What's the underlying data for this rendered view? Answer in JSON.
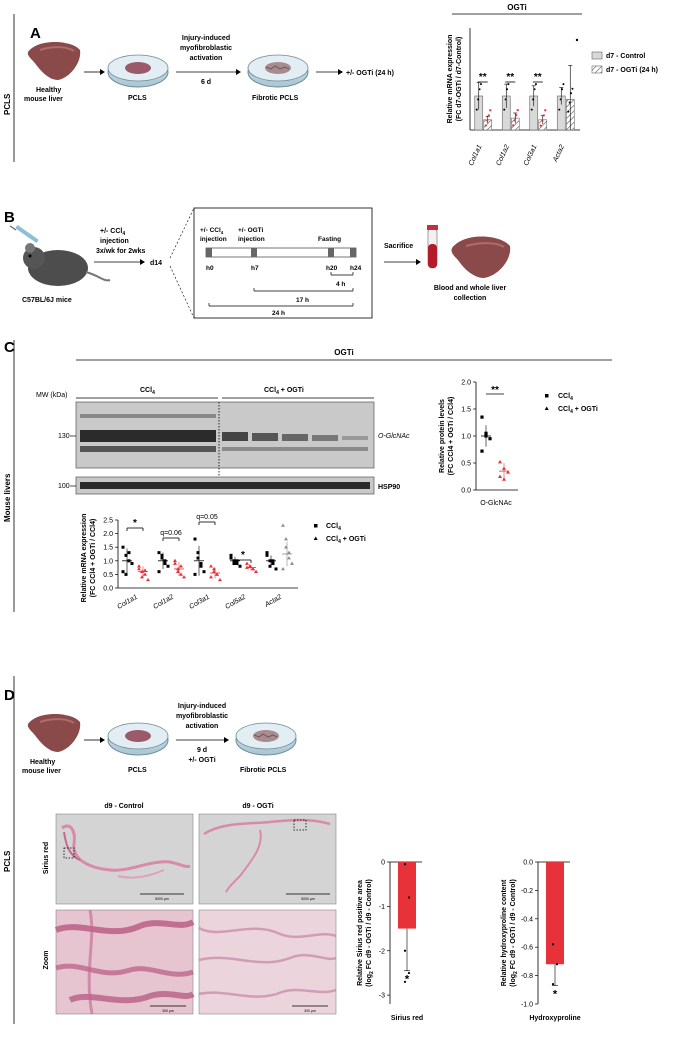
{
  "panelA": {
    "letter": "A",
    "side_label": "PCLS",
    "ogti_header": "OGTi",
    "healthy_label_1": "Healthy",
    "healthy_label_2": "mouse liver",
    "pcls_label": "PCLS",
    "arrow_text_1": "Injury-induced",
    "arrow_text_2": "myofibroblastic",
    "arrow_text_3": "activation",
    "arrow_days": "6 d",
    "fibrotic_label": "Fibrotic PCLS",
    "treatment": "+/- OGTi (24 h)"
  },
  "panelB": {
    "letter": "B",
    "mouse_label": "C57BL/6J mice",
    "inj_1": "+/- CCl",
    "inj_1_sub": "4",
    "inj_2": "injection",
    "inj_3": "3x/wk for 2wks",
    "day": "d14",
    "tl_ccl4_1": "+/- CCl",
    "tl_ccl4_sub": "4",
    "tl_ccl4_2": "injection",
    "tl_ogti_1": "+/- OGTi",
    "tl_ogti_2": "injection",
    "tl_fasting": "Fasting",
    "h0": "h0",
    "h7": "h7",
    "h20": "h20",
    "h24": "h24",
    "span_4": "4 h",
    "span_17": "17 h",
    "span_24": "24 h",
    "sacrifice": "Sacrifice",
    "collection_1": "Blood and whole liver",
    "collection_2": "collection"
  },
  "panelC": {
    "letter": "C",
    "side_label": "Mouse livers",
    "ogti_header": "OGTi",
    "mw_label": "MW (kDa)",
    "group_ccl4": "CCl",
    "group_ccl4_sub": "4",
    "group_ccl4_ogti": "CCl",
    "group_ccl4_ogti_sub": "4",
    "group_ccl4_ogti_tail": " + OGTi",
    "mw_130": "130",
    "mw_100": "100",
    "blot_1": "O-GlcNAc",
    "blot_2": "HSP90"
  },
  "panelD": {
    "letter": "D",
    "side_label": "PCLS",
    "healthy_label_1": "Healthy",
    "healthy_label_2": "mouse liver",
    "pcls_label": "PCLS",
    "arrow_text_1": "Injury-induced",
    "arrow_text_2": "myofibroblastic",
    "arrow_text_3": "activation",
    "arrow_days": "9 d",
    "arrow_treat": "+/- OGTi",
    "fibrotic_label": "Fibrotic PCLS",
    "img_title_ctrl": "d9 - Control",
    "img_title_ogti": "d9 - OGTi",
    "row_sirius": "Sirius red",
    "row_zoom": "Zoom",
    "scale_5000_a": "5000 µm",
    "scale_5000_b": "5000 µm",
    "scale_300_a": "300 µm",
    "scale_300_b": "300 µm"
  },
  "colors": {
    "ogti_red": "#e8323a",
    "control_gray": "#d9d9d9",
    "tissue_pink": "#d98aa8",
    "liver_brown": "#8b4a4a"
  },
  "chart_data": [
    {
      "id": "A_mrna",
      "type": "bar",
      "ylabel": "Relative mRNA expression",
      "ylabel2": "(FC d7-OGTi / d7-Control)",
      "categories": [
        "Col1a1",
        "Col1a2",
        "Col3a1",
        "Acta2"
      ],
      "series": [
        {
          "name": "d7 - Control",
          "values": [
            1.0,
            1.0,
            1.0,
            1.0
          ],
          "err": [
            0.4,
            0.35,
            0.3,
            0.25
          ]
        },
        {
          "name": "d7 - OGTi (24 h)",
          "values": [
            0.3,
            0.35,
            0.3,
            0.9
          ],
          "err": [
            0.1,
            0.15,
            0.12,
            1.0
          ]
        }
      ],
      "significance": [
        "**",
        "**",
        "**",
        ""
      ],
      "ylim": [
        0,
        3
      ],
      "legend": "top-right"
    },
    {
      "id": "C_protein",
      "type": "scatter",
      "ylabel": "Relative protein levels",
      "ylabel2": "(FC CCl4 + OGTi / CCl4)",
      "categories": [
        "O-GlcNAc"
      ],
      "yticks": [
        "0.0",
        "0.5",
        "1.0",
        "1.5",
        "2.0"
      ],
      "ylim": [
        0,
        2.0
      ],
      "series": [
        {
          "name": "CCl4",
          "mean": 1.0,
          "sd": 0.2,
          "points": [
            1.35,
            1.05,
            0.95,
            0.72,
            1.0
          ]
        },
        {
          "name": "CCl4 + OGTi",
          "mean": 0.35,
          "sd": 0.15,
          "points": [
            0.52,
            0.4,
            0.33,
            0.25,
            0.2
          ]
        }
      ],
      "significance": "**",
      "legend": "right"
    },
    {
      "id": "C_mrna",
      "type": "scatter",
      "ylabel": "Relative mRNA expression",
      "ylabel2": "(FC CCl4 + OGTi / CCl4)",
      "categories": [
        "Col1a1",
        "Col1a2",
        "Col3a1",
        "Col5a2",
        "Acta2"
      ],
      "yticks": [
        "0.0",
        "0.5",
        "1.0",
        "1.5",
        "2.0",
        "2.5"
      ],
      "ylim": [
        0,
        2.5
      ],
      "series": [
        {
          "name": "CCl4",
          "mean": [
            1.0,
            1.0,
            1.0,
            1.0,
            1.0
          ],
          "sd": [
            0.45,
            0.3,
            0.55,
            0.15,
            0.2
          ],
          "points": [
            [
              1.5,
              1.2,
              1.0,
              0.9,
              0.6,
              0.5,
              1.3
            ],
            [
              1.3,
              1.1,
              0.9,
              0.8,
              0.6,
              1.2,
              1.0
            ],
            [
              1.8,
              1.3,
              0.9,
              0.6,
              0.5,
              1.1,
              0.8
            ],
            [
              1.2,
              1.0,
              0.9,
              0.8,
              1.1,
              0.9,
              1.0
            ],
            [
              1.2,
              1.0,
              0.9,
              0.7,
              1.3,
              0.8,
              1.0
            ]
          ]
        },
        {
          "name": "CCl4 + OGTi",
          "mean": [
            0.6,
            0.7,
            0.55,
            0.75,
            1.25
          ],
          "sd": [
            0.2,
            0.25,
            0.2,
            0.1,
            0.45
          ],
          "points": [
            [
              0.8,
              0.6,
              0.5,
              0.3,
              0.7,
              0.4,
              0.65
            ],
            [
              0.9,
              0.7,
              0.5,
              0.4,
              1.0,
              0.6,
              0.8
            ],
            [
              0.8,
              0.6,
              0.5,
              0.3,
              0.4,
              0.7,
              0.5
            ],
            [
              0.9,
              0.8,
              0.7,
              0.6,
              0.75,
              0.8,
              0.7
            ],
            [
              2.3,
              1.8,
              1.3,
              0.9,
              0.7,
              1.5,
              1.1
            ]
          ]
        }
      ],
      "significance": [
        "*",
        "q=0.06",
        "q=0.05",
        "*",
        ""
      ],
      "legend": "top-right"
    },
    {
      "id": "D_sirius",
      "type": "bar",
      "ylabel": "Relative Sirius red positive area",
      "ylabel2": "(log2 FC d9 - OGTi / d9 - Control)",
      "categories": [
        "Sirius red"
      ],
      "values": [
        -1.5
      ],
      "err": [
        0.95
      ],
      "points": [
        -0.05,
        -0.8,
        -2.0,
        -2.5,
        -2.7
      ],
      "yticks": [
        "0",
        "-1",
        "-2",
        "-3"
      ],
      "ylim": [
        -3.2,
        0
      ],
      "significance": "*"
    },
    {
      "id": "D_hyp",
      "type": "bar",
      "ylabel": "Relative hydroxyproline content",
      "ylabel2": "(log2 FC d9 - OGTi / d9 - Control)",
      "categories": [
        "Hydroxyproline"
      ],
      "values": [
        -0.72
      ],
      "err": [
        0.15
      ],
      "points": [
        -0.58,
        -0.72,
        -0.86
      ],
      "yticks": [
        "0.0",
        "-0.2",
        "-0.4",
        "-0.6",
        "-0.8",
        "-1.0"
      ],
      "ylim": [
        -1.0,
        0
      ],
      "significance": "*"
    }
  ]
}
